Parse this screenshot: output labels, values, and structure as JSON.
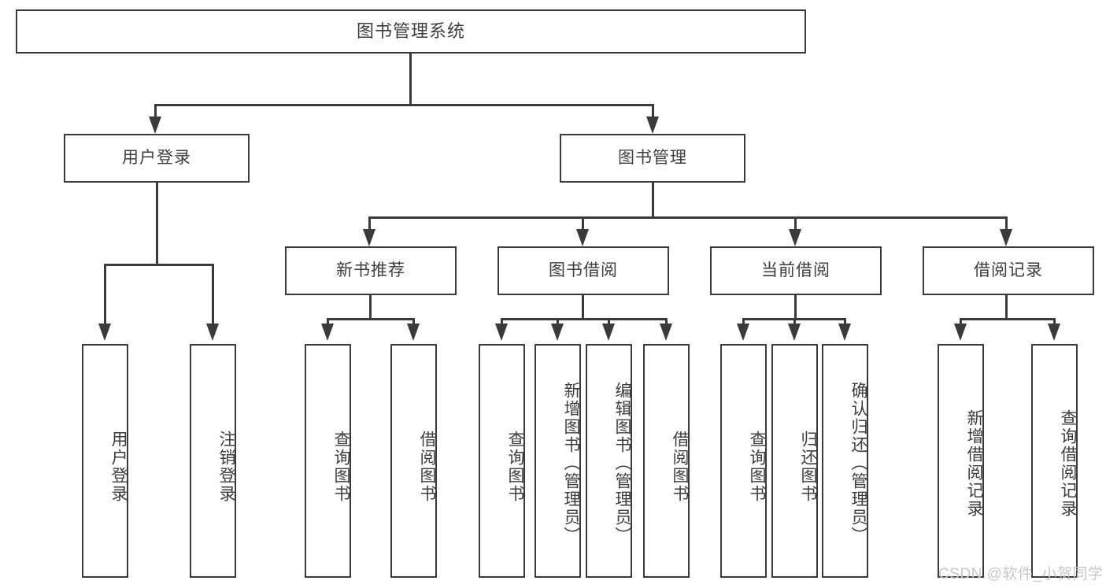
{
  "diagram": {
    "type": "tree",
    "title": "图书管理系统",
    "root": {
      "label": "图书管理系统"
    },
    "level1": [
      {
        "label": "用户登录"
      },
      {
        "label": "图书管理"
      }
    ],
    "level2": [
      {
        "label": "新书推荐"
      },
      {
        "label": "图书借阅"
      },
      {
        "label": "当前借阅"
      },
      {
        "label": "借阅记录"
      }
    ],
    "leaves": {
      "user_login": [
        {
          "label": "用户登录"
        },
        {
          "label": "注销登录"
        }
      ],
      "new_book_recommend": [
        {
          "label": "查询图书"
        },
        {
          "label": "借阅图书"
        }
      ],
      "book_borrow": [
        {
          "label": "查询图书"
        },
        {
          "label": "新增图书（管理员）"
        },
        {
          "label": "编辑图书（管理员）"
        },
        {
          "label": "借阅图书"
        }
      ],
      "current_borrow": [
        {
          "label": "查询图书"
        },
        {
          "label": "归还图书"
        },
        {
          "label": "确认归还（管理员）"
        }
      ],
      "borrow_record": [
        {
          "label": "新增借阅记录"
        },
        {
          "label": "查询借阅记录"
        }
      ]
    }
  },
  "watermark": {
    "text": "CSDN @软件_小贺同学"
  },
  "colors": {
    "stroke": "#3a3a3a",
    "text": "#3d3d3d",
    "background": "#ffffff",
    "watermark": "#c8c8c8"
  }
}
